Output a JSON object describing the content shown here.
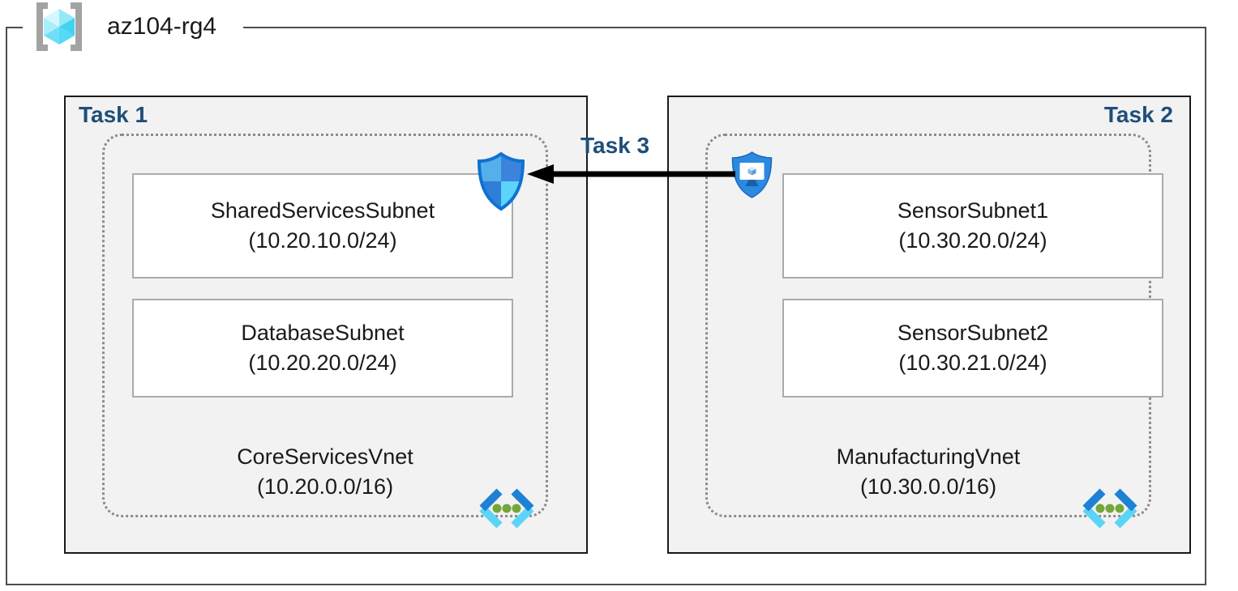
{
  "header": {
    "resource_group": "az104-rg4",
    "icon": "resource-group-cube-in-brackets-icon"
  },
  "panels": [
    {
      "task_label": "Task 1",
      "badge_icon": "network-security-group-shield-icon",
      "vnet": {
        "name": "CoreServicesVnet",
        "cidr": "(10.20.0.0/16)",
        "icon": "virtual-network-chevrons-icon",
        "subnets": [
          {
            "name": "SharedServicesSubnet",
            "cidr": "(10.20.10.0/24)"
          },
          {
            "name": "DatabaseSubnet",
            "cidr": "(10.20.20.0/24)"
          }
        ]
      }
    },
    {
      "task_label": "Task 2",
      "badge_icon": "application-security-group-shield-icon",
      "vnet": {
        "name": "ManufacturingVnet",
        "cidr": "(10.30.0.0/16)",
        "icon": "virtual-network-chevrons-icon",
        "subnets": [
          {
            "name": "SensorSubnet1",
            "cidr": "(10.30.20.0/24)"
          },
          {
            "name": "SensorSubnet2",
            "cidr": "(10.30.21.0/24)"
          }
        ]
      }
    }
  ],
  "connection": {
    "label": "Task 3",
    "arrow_direction": "right-to-left",
    "from": "ManufacturingVnet",
    "to": "CoreServicesVnet"
  },
  "colors": {
    "task_label": "#1F4E79",
    "panel_fill": "#F2F2F2",
    "panel_border": "#1A1A1A",
    "outer_border": "#4D4D4D",
    "vnet_dotted_border": "#8C8C8C",
    "subnet_border": "#ABABAB",
    "arrow": "#000000",
    "azure_blue": "#2B8AE0",
    "cyan": "#5BD5F7",
    "green_dot": "#74A738"
  }
}
